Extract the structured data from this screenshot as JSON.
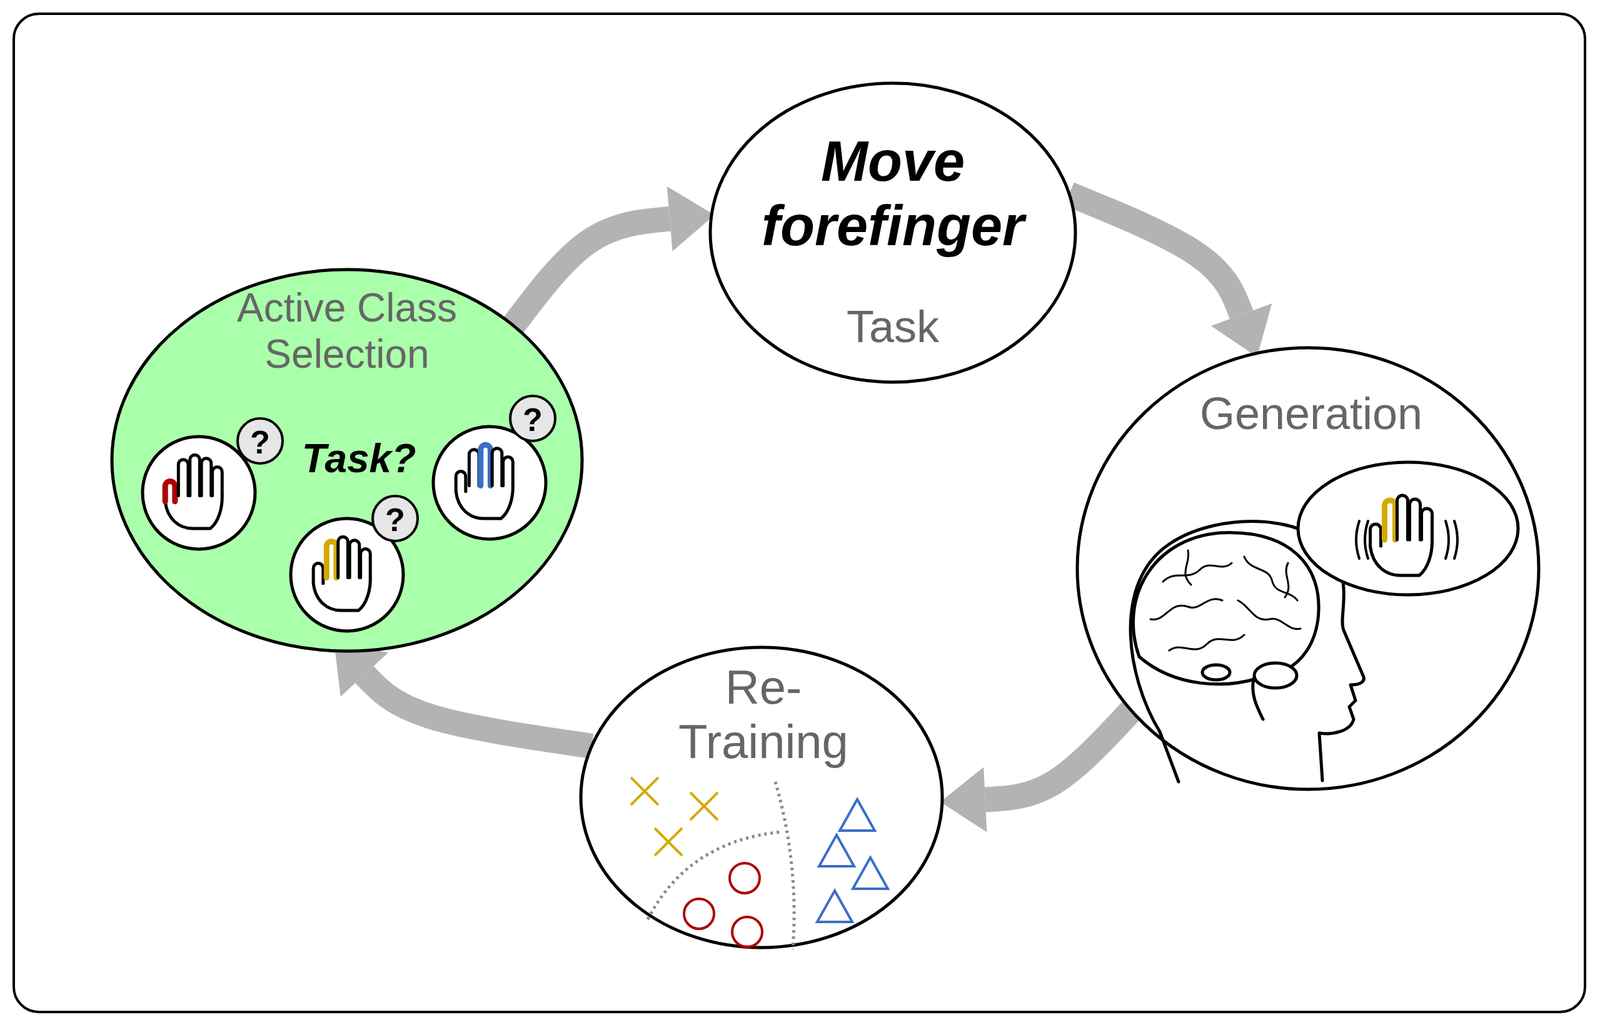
{
  "diagram": {
    "nodes": [
      {
        "text": [
          "Move forefinger",
          "Task"
        ]
      },
      {
        "text": [
          "Active Class Selection",
          "Task?"
        ]
      },
      {
        "text": [
          "Generation"
        ]
      },
      {
        "text": [
          "Re- Training"
        ]
      }
    ],
    "edges": [
      {
        "from": 1,
        "to": 0,
        "arrow": "to"
      },
      {
        "from": 0,
        "to": 2,
        "arrow": "to"
      },
      {
        "from": 2,
        "to": 3,
        "arrow": "to"
      },
      {
        "from": 3,
        "to": 1,
        "arrow": "to"
      }
    ],
    "labels": [
      "?",
      "?",
      "?"
    ]
  }
}
